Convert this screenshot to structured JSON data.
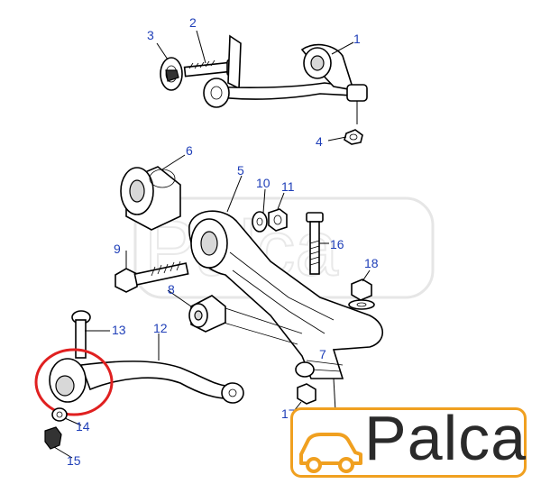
{
  "callouts": {
    "c1": "1",
    "c2": "2",
    "c3": "3",
    "c4": "4",
    "c5": "5",
    "c6": "6",
    "c7": "7",
    "c8": "8",
    "c9": "9",
    "c10": "10",
    "c11": "11",
    "c12": "12",
    "c13": "13",
    "c14": "14",
    "c15": "15",
    "c16": "16",
    "c17": "17",
    "c18": "18"
  },
  "logo": {
    "text": "Palca",
    "accent_color": "#f0a020",
    "icon": "car-icon"
  },
  "highlight": {
    "color": "#e02020",
    "marked_part": "12"
  },
  "label_color": "#1f3fb8"
}
